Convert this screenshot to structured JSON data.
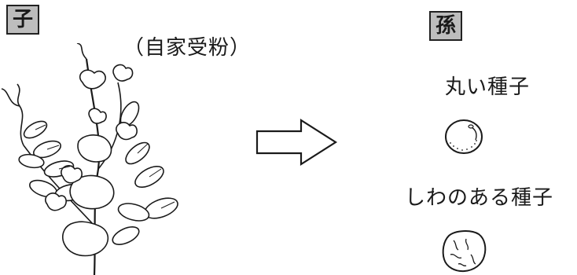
{
  "child_label": "子",
  "grandchild_label": "孫",
  "self_pollination_text": "（自家受粉）",
  "round_seed_label": "丸い種子",
  "wrinkled_seed_label": "しわのある種子",
  "icons": [
    "pea-plant-icon",
    "right-arrow-icon",
    "round-seed-icon",
    "wrinkled-seed-icon"
  ],
  "colors": {
    "label_box": "#bdbdbd",
    "ink": "#1a1a1a"
  }
}
